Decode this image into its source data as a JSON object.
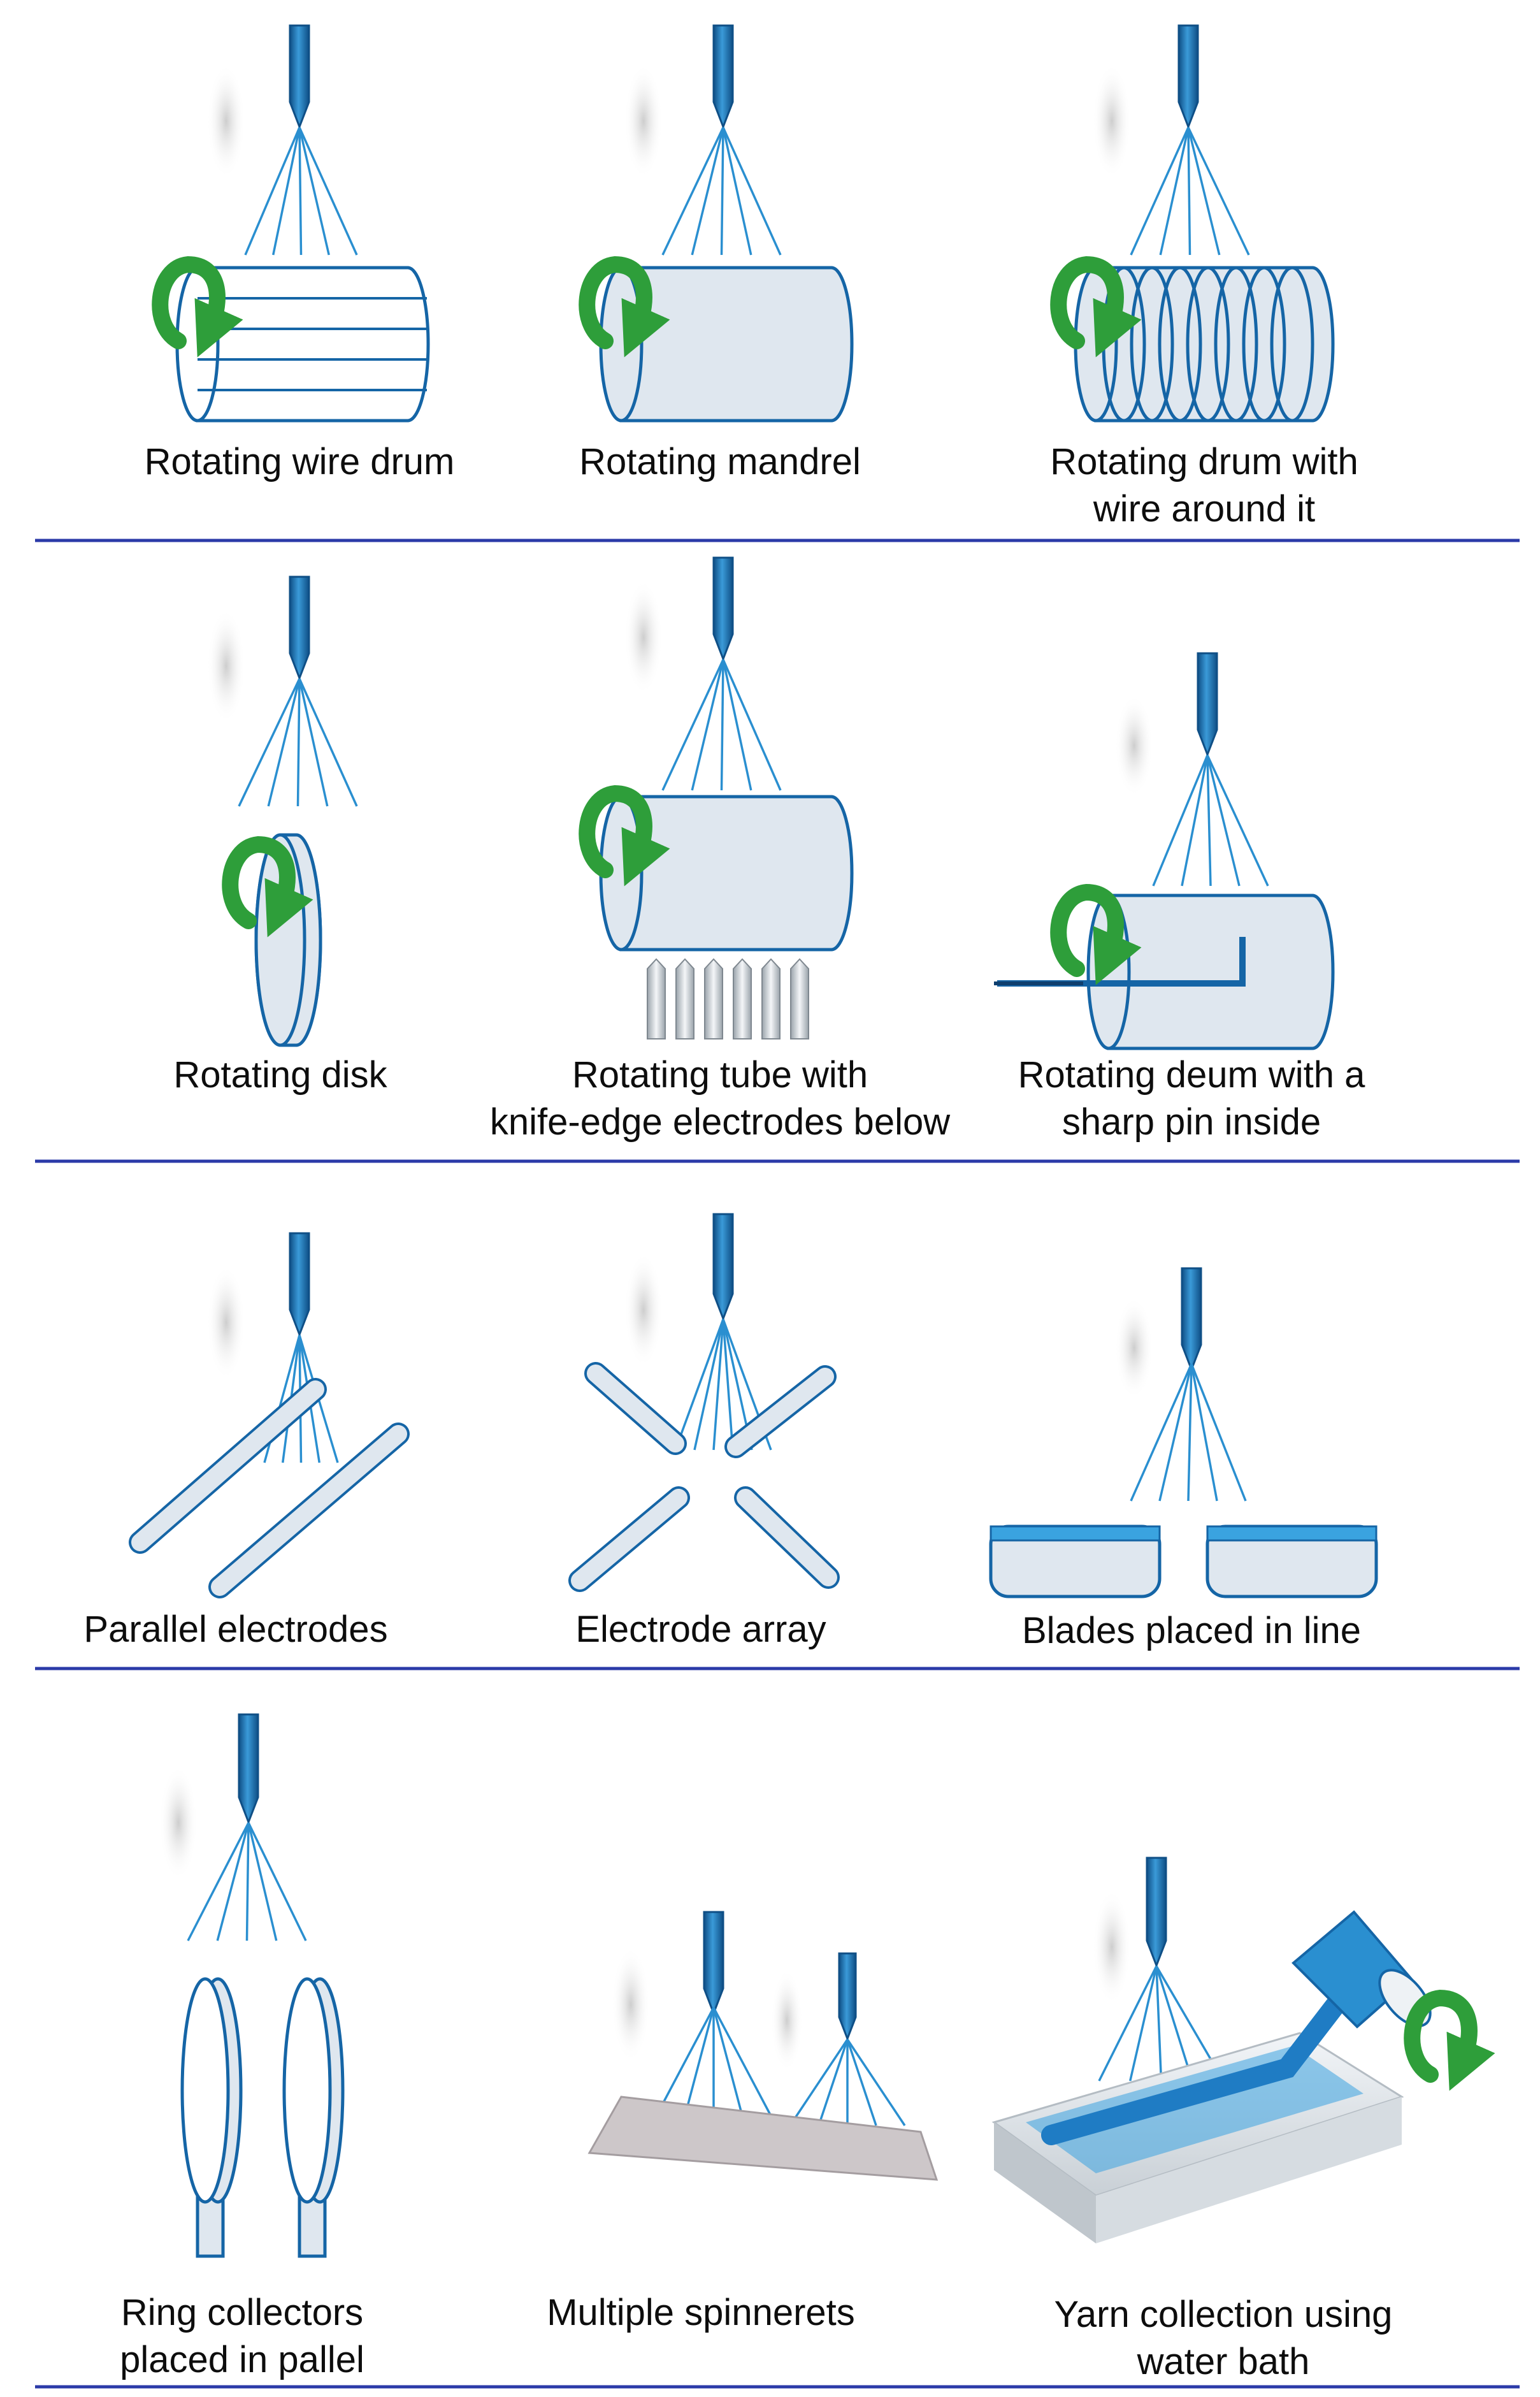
{
  "colors": {
    "needle": "#1f6fa8",
    "fiber": "#2a8fd0",
    "collector_fill": "#dfe7ef",
    "collector_stroke": "#1565a6",
    "rotation_arrow": "#2e9e3a",
    "divider": "#2b3aa8",
    "water": "#3aa3e0"
  },
  "rows": [
    {
      "panels": [
        {
          "id": "wire-drum",
          "label_lines": [
            "Rotating wire drum"
          ]
        },
        {
          "id": "mandrel",
          "label_lines": [
            "Rotating mandrel"
          ]
        },
        {
          "id": "drum-wire",
          "label_lines": [
            "Rotating drum with",
            "wire around it"
          ]
        }
      ]
    },
    {
      "panels": [
        {
          "id": "disk",
          "label_lines": [
            "Rotating disk"
          ]
        },
        {
          "id": "tube-knife",
          "label_lines": [
            "Rotating tube with",
            "knife-edge electrodes below"
          ]
        },
        {
          "id": "drum-pin",
          "label_lines": [
            "Rotating deum with a",
            "sharp pin inside"
          ]
        }
      ]
    },
    {
      "panels": [
        {
          "id": "parallel",
          "label_lines": [
            "Parallel electrodes"
          ]
        },
        {
          "id": "array",
          "label_lines": [
            "Electrode array"
          ]
        },
        {
          "id": "blades",
          "label_lines": [
            "Blades placed in line"
          ]
        }
      ]
    },
    {
      "panels": [
        {
          "id": "rings",
          "label_lines": [
            "Ring collectors",
            "placed in pallel"
          ]
        },
        {
          "id": "multi",
          "label_lines": [
            "Multiple spinnerets"
          ]
        },
        {
          "id": "yarn",
          "label_lines": [
            "Yarn collection using",
            "water bath"
          ]
        }
      ]
    }
  ]
}
